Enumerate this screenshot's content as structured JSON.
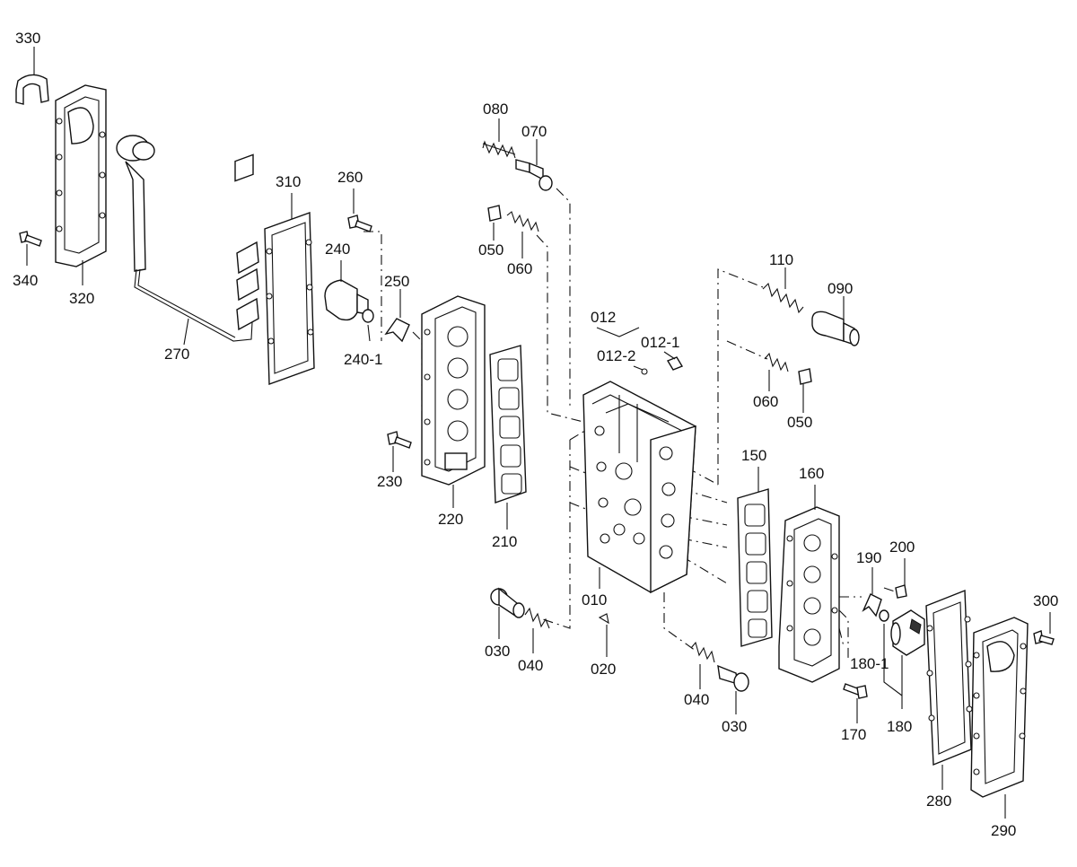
{
  "labels": {
    "p330": "330",
    "p340": "340",
    "p320": "320",
    "p270": "270",
    "p310": "310",
    "p260": "260",
    "p240": "240",
    "p240_1": "240-1",
    "p250": "250",
    "p230": "230",
    "p220": "220",
    "p210": "210",
    "p080": "080",
    "p070": "070",
    "p050a": "050",
    "p060a": "060",
    "p012": "012",
    "p012_1": "012-1",
    "p012_2": "012-2",
    "p110": "110",
    "p090": "090",
    "p060b": "060",
    "p050b": "050",
    "p010": "010",
    "p020": "020",
    "p030a": "030",
    "p040a": "040",
    "p040b": "040",
    "p030b": "030",
    "p150": "150",
    "p160": "160",
    "p190": "190",
    "p200": "200",
    "p300": "300",
    "p180_1": "180-1",
    "p170": "170",
    "p180": "180",
    "p280": "280",
    "p290": "290"
  }
}
